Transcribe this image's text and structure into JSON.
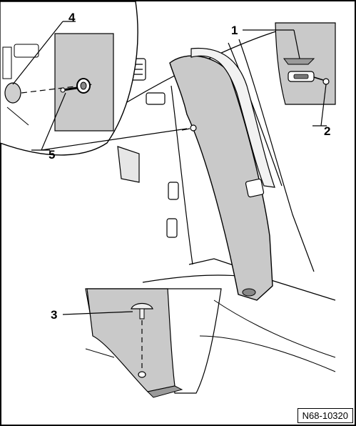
{
  "callouts": [
    "1",
    "2",
    "3",
    "4",
    "5",
    "5"
  ],
  "reference": "N68-10320"
}
